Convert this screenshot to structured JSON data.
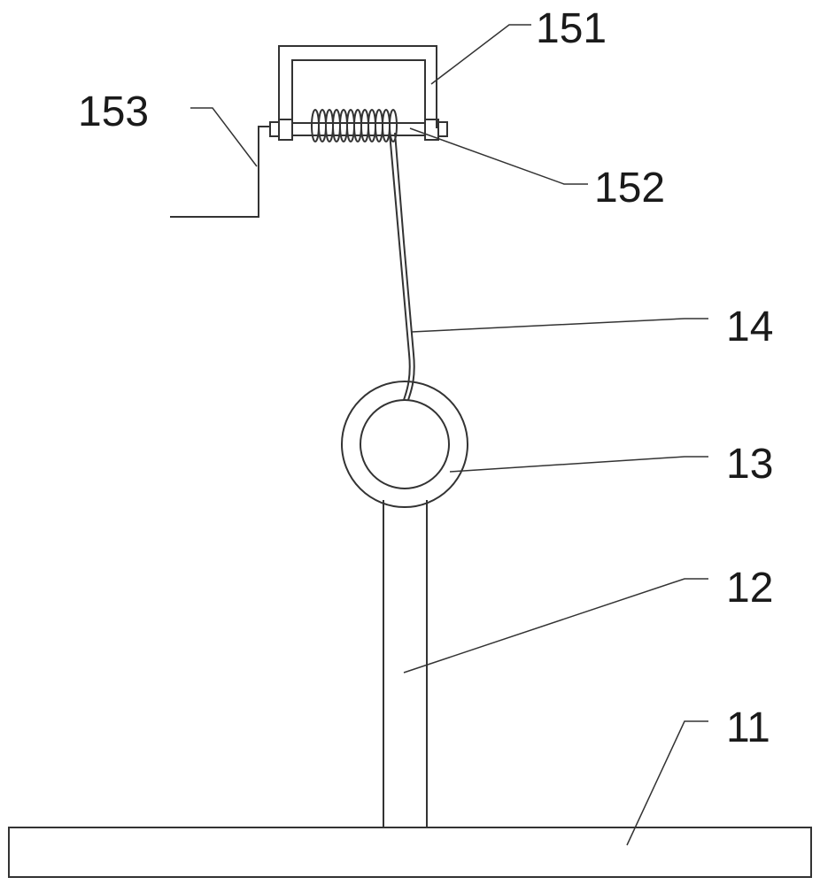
{
  "colors": {
    "line": "#333333",
    "text": "#1a1a1a",
    "background": "#ffffff"
  },
  "labels": {
    "l151": "151",
    "l152": "152",
    "l153": "153",
    "l14": "14",
    "l13": "13",
    "l12": "12",
    "l11": "11"
  }
}
